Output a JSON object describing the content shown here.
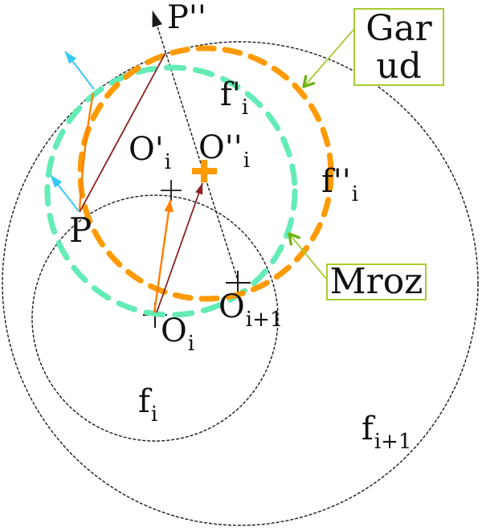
{
  "labels": {
    "p_image": {
      "main": "P''"
    },
    "p": {
      "main": "P"
    },
    "f_prime_i": {
      "main": "f'",
      "sub": "i"
    },
    "f_dprime_i": {
      "main": "f''",
      "sub": "i"
    },
    "f_i": {
      "main": "f",
      "sub": "i"
    },
    "f_i1": {
      "main": "f",
      "sub": "i+1"
    },
    "o_prime_i": {
      "main": "O'",
      "sub": "i"
    },
    "o_dprime_i": {
      "main": "O''",
      "sub": "i"
    },
    "o_i": {
      "main": "O",
      "sub": "i"
    },
    "o_i1": {
      "main": "O",
      "sub": "i+1"
    }
  },
  "callouts": {
    "garud": "Garud",
    "mroz": "Mroz"
  },
  "colors": {
    "outline": "#1a1a1a",
    "mroz_circle": "#64ECB6",
    "garud_circle": "#FF9A00",
    "normal_arrow": "#35C9F2",
    "center_shift_arrow": "#FF7F00",
    "stress_line": "#8B2323",
    "callout_green": "#A6CC33",
    "callout_arrow_green": "#6FB317"
  }
}
